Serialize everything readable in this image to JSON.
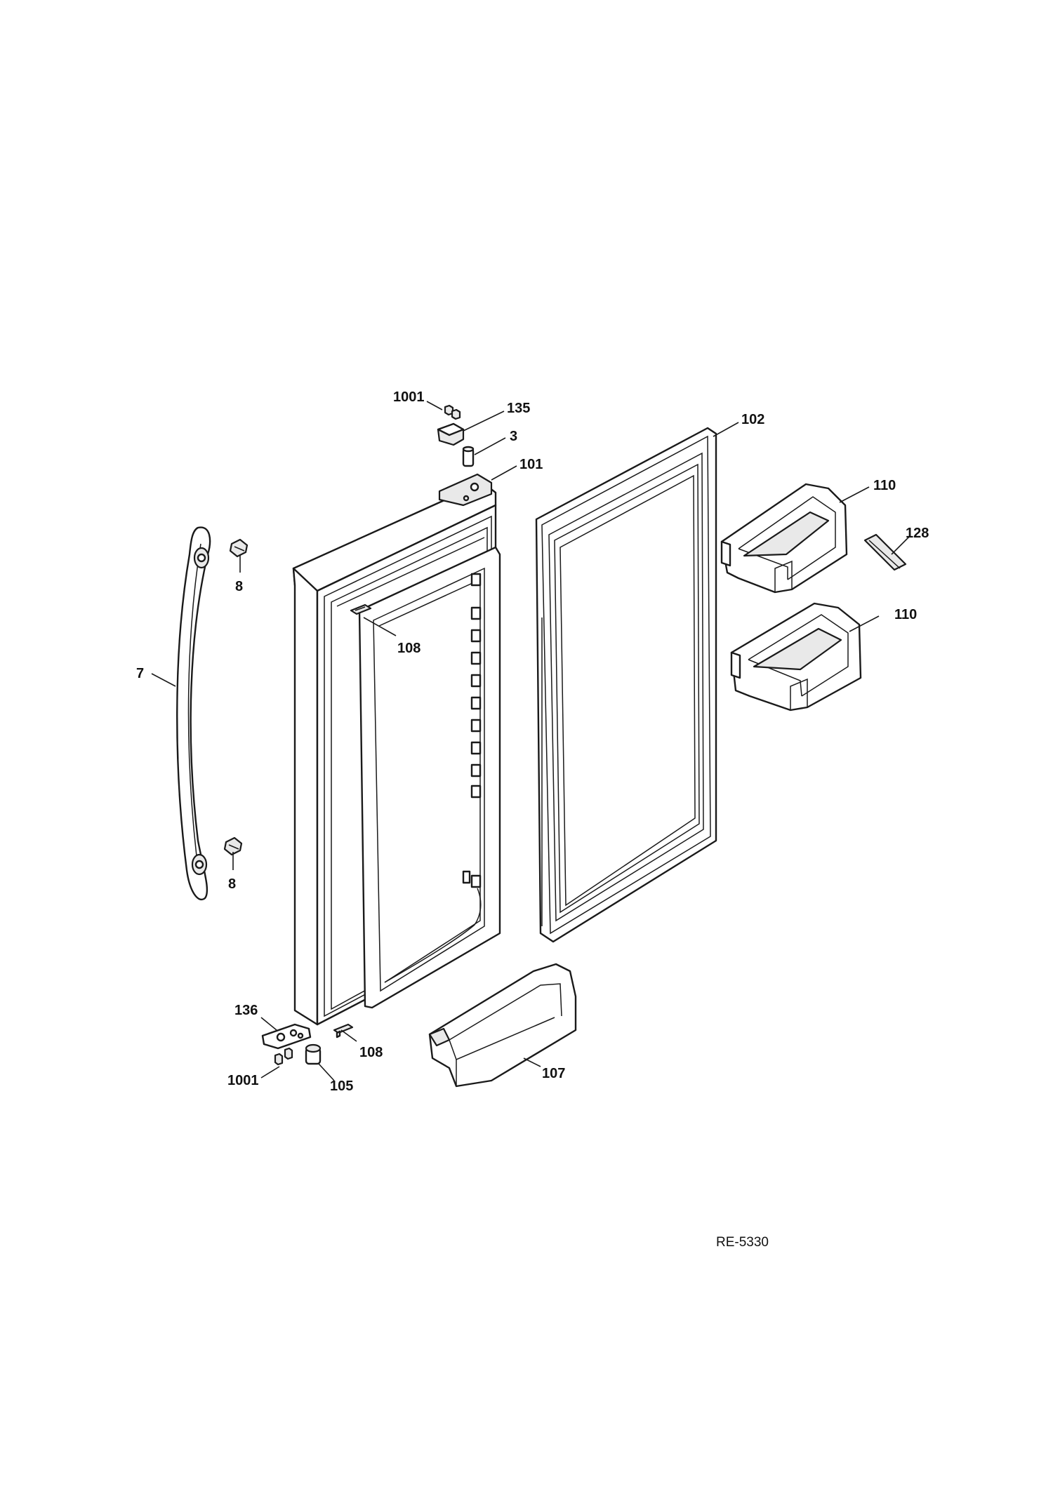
{
  "diagram": {
    "drawing_id": "RE-5330",
    "callouts": {
      "c_1001_top": "1001",
      "c_135": "135",
      "c_3": "3",
      "c_101": "101",
      "c_102": "102",
      "c_110_upper": "110",
      "c_128": "128",
      "c_110_lower": "110",
      "c_8_top": "8",
      "c_7": "7",
      "c_108_upper": "108",
      "c_8_bottom": "8",
      "c_136": "136",
      "c_108_lower": "108",
      "c_1001_bottom": "1001",
      "c_105": "105",
      "c_107": "107"
    }
  }
}
